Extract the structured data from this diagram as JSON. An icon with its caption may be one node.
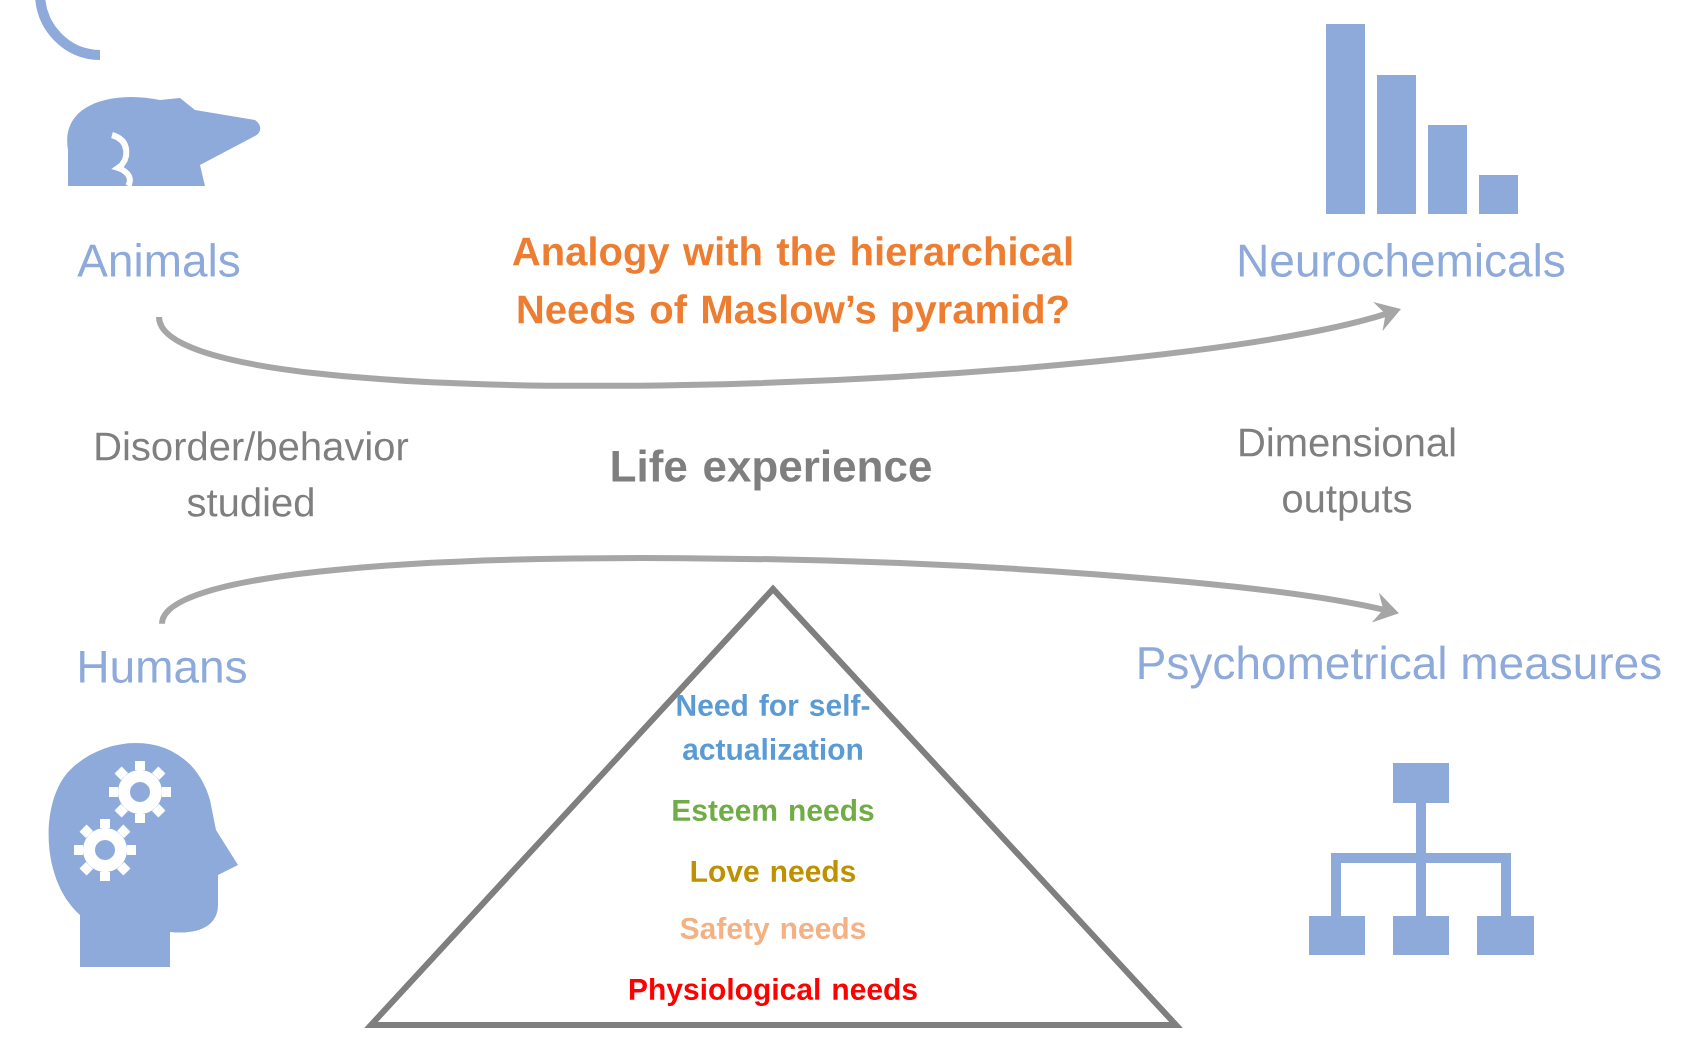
{
  "diagram": {
    "nodes": [
      {
        "text": [
          "Animals"
        ]
      },
      {
        "text": [
          "Neurochemicals"
        ]
      },
      {
        "text": [
          "Humans"
        ]
      },
      {
        "text": [
          "Psychometrical measures"
        ]
      },
      {
        "text": [
          "Need for self-actualization",
          "Esteem needs",
          "Love needs",
          "Safety needs",
          "Physiological needs"
        ]
      }
    ],
    "edges": [
      {
        "from": 0,
        "to": 1,
        "arrow": "to"
      },
      {
        "from": 2,
        "to": 3,
        "arrow": "to"
      }
    ],
    "labels": [
      "Analogy with the hierarchical Needs of Maslow’s pyramid?",
      "Disorder/behavior studied",
      "Life experience",
      "Dimensional outputs"
    ]
  }
}
